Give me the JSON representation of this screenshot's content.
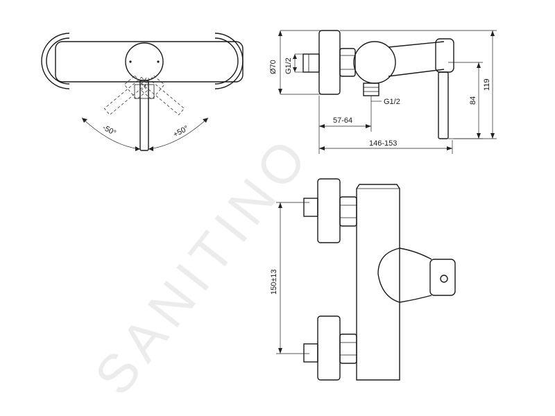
{
  "watermark": "SANITINO",
  "colors": {
    "line": "#1a1a1a",
    "watermark": "#ececec",
    "background": "#ffffff"
  },
  "dimensions": {
    "diameter": "Ø70",
    "thread_inlet": "G1/2",
    "thread_outlet": "G1/2",
    "height_total": "119",
    "height_lever": "84",
    "depth_short": "57-64",
    "depth_total": "146-153",
    "spacing": "150±13",
    "angle_left": "-50°",
    "angle_right": "+50°"
  }
}
